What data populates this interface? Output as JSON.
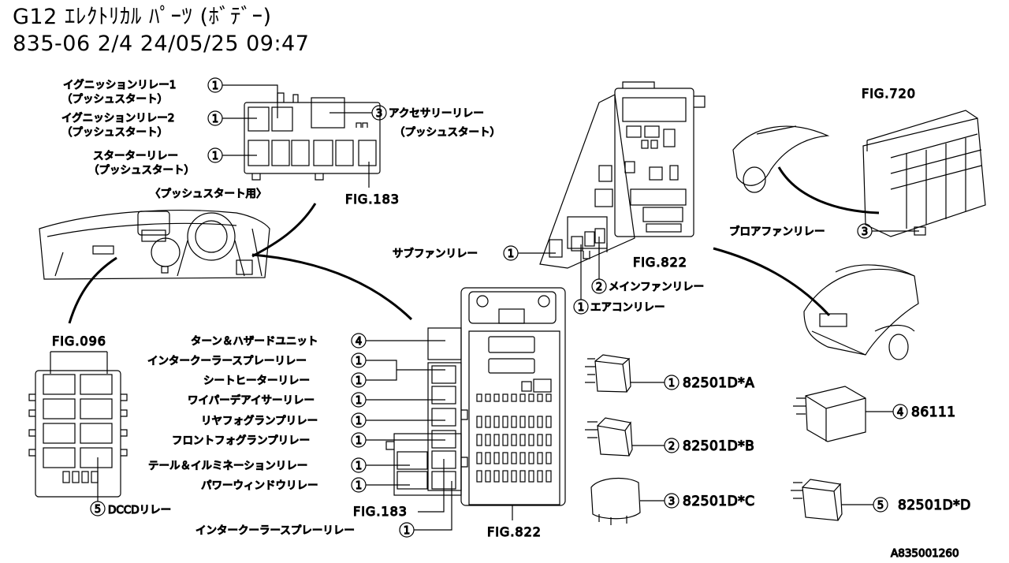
{
  "header": {
    "title": "G12  ｴﾚｸﾄﾘｶﾙ ﾊﾟｰﾂ (ﾎﾞﾃﾞｰ)",
    "subtitle": "835-06  2/4  24/05/25 09:47"
  },
  "push_start": {
    "ign1": "イグニッションリレー1",
    "ign1_sub": "（プッシュスタート）",
    "ign2": "イグニッションリレー2",
    "ign2_sub": "（プッシュスタート）",
    "starter": "スターターリレー",
    "starter_sub": "（プッシュスタート）",
    "accessory": "アクセサリーリレー",
    "accessory_sub": "（プッシュスタート）",
    "caption": "〈プッシュスタート用〉",
    "fig": "FIG.183"
  },
  "engine_room": {
    "sub_fan": "サブファンリレー",
    "main_fan": "メインファンリレー",
    "ac": "エアコンリレー",
    "fig": "FIG.822"
  },
  "hvac": {
    "fig": "FIG.720",
    "blower": "ブロアファンリレー"
  },
  "dccd": {
    "fig": "FIG.096",
    "label": "DCCDリレー"
  },
  "fuse_box": {
    "turn_hazard": "ターン＆ハザードユニット",
    "ic_spray": "インタークーラースプレーリレー",
    "seat_heater": "シートヒーターリレー",
    "wiper": "ワイパーデアイサーリレー",
    "rear_fog": "リヤフォグランプリレー",
    "front_fog": "フロントフォグランプリレー",
    "tail": "テール＆イルミネーションリレー",
    "power_window": "パワーウィンドウリレー",
    "fig183": "FIG.183",
    "ic_spray2": "インタークーラースプレーリレー",
    "fig822": "FIG.822"
  },
  "relays": {
    "r1": "82501D*A",
    "r2": "82501D*B",
    "r3": "82501D*C",
    "r4": "86111",
    "r5": "82501D*D"
  },
  "callouts": {
    "n1": "1",
    "n2": "2",
    "n3": "3",
    "n4": "4",
    "n5": "5"
  },
  "footer": {
    "ref": "A835001260"
  }
}
